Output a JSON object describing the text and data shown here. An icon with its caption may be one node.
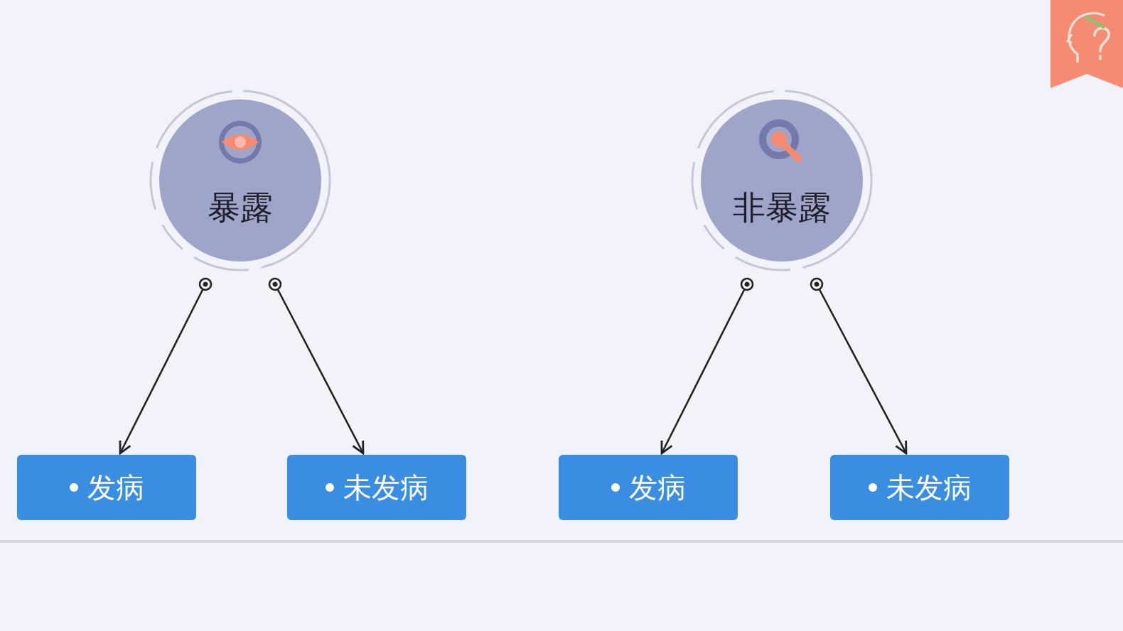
{
  "diagram": {
    "nodes": [
      {
        "text": [
          "暴露"
        ]
      },
      {
        "text": [
          "非暴露"
        ]
      },
      {
        "text": [
          "发病"
        ]
      },
      {
        "text": [
          "未发病"
        ]
      },
      {
        "text": [
          "发病"
        ]
      },
      {
        "text": [
          "未发病"
        ]
      }
    ],
    "edges": [
      {
        "from": 0,
        "to": 2,
        "arrow": "to"
      },
      {
        "from": 0,
        "to": 3,
        "arrow": "to"
      },
      {
        "from": 1,
        "to": 4,
        "arrow": "to"
      },
      {
        "from": 1,
        "to": 5,
        "arrow": "to"
      }
    ]
  }
}
